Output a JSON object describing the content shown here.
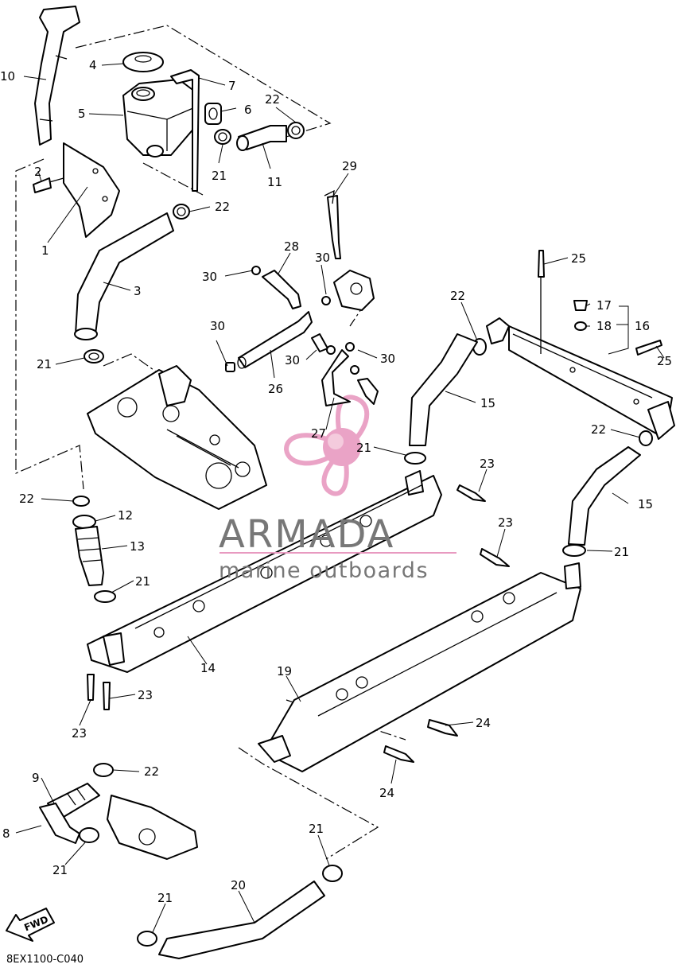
{
  "callouts": [
    {
      "id": "10",
      "label": "10"
    },
    {
      "id": "4",
      "label": "4"
    },
    {
      "id": "7",
      "label": "7"
    },
    {
      "id": "5",
      "label": "5"
    },
    {
      "id": "6",
      "label": "6"
    },
    {
      "id": "22a",
      "label": "22"
    },
    {
      "id": "2",
      "label": "2"
    },
    {
      "id": "21a",
      "label": "21"
    },
    {
      "id": "11",
      "label": "11"
    },
    {
      "id": "29",
      "label": "29"
    },
    {
      "id": "22b",
      "label": "22"
    },
    {
      "id": "1",
      "label": "1"
    },
    {
      "id": "28",
      "label": "28"
    },
    {
      "id": "30a",
      "label": "30"
    },
    {
      "id": "30b",
      "label": "30"
    },
    {
      "id": "25a",
      "label": "25"
    },
    {
      "id": "3",
      "label": "3"
    },
    {
      "id": "22c",
      "label": "22"
    },
    {
      "id": "17",
      "label": "17"
    },
    {
      "id": "18",
      "label": "18"
    },
    {
      "id": "16",
      "label": "16"
    },
    {
      "id": "30c",
      "label": "30"
    },
    {
      "id": "21b",
      "label": "21"
    },
    {
      "id": "30d",
      "label": "30"
    },
    {
      "id": "30e",
      "label": "30"
    },
    {
      "id": "25b",
      "label": "25"
    },
    {
      "id": "26",
      "label": "26"
    },
    {
      "id": "15a",
      "label": "15"
    },
    {
      "id": "27",
      "label": "27"
    },
    {
      "id": "22d",
      "label": "22"
    },
    {
      "id": "21c",
      "label": "21"
    },
    {
      "id": "23a",
      "label": "23"
    },
    {
      "id": "22e",
      "label": "22"
    },
    {
      "id": "15b",
      "label": "15"
    },
    {
      "id": "12",
      "label": "12"
    },
    {
      "id": "23b",
      "label": "23"
    },
    {
      "id": "13",
      "label": "13"
    },
    {
      "id": "21d",
      "label": "21"
    },
    {
      "id": "21e",
      "label": "21"
    },
    {
      "id": "14",
      "label": "14"
    },
    {
      "id": "19",
      "label": "19"
    },
    {
      "id": "23c",
      "label": "23"
    },
    {
      "id": "23d",
      "label": "23"
    },
    {
      "id": "24a",
      "label": "24"
    },
    {
      "id": "9",
      "label": "9"
    },
    {
      "id": "22f",
      "label": "22"
    },
    {
      "id": "24b",
      "label": "24"
    },
    {
      "id": "8",
      "label": "8"
    },
    {
      "id": "21f",
      "label": "21"
    },
    {
      "id": "21g",
      "label": "21"
    },
    {
      "id": "20",
      "label": "20"
    },
    {
      "id": "21h",
      "label": "21"
    }
  ],
  "watermark": {
    "brand": "ARMADA",
    "tagline": "marine outboards",
    "logo_colors": [
      "#e89ac0",
      "#f3c6da"
    ]
  },
  "fwd_label": "FWD",
  "diagram_code": "8EX1100-C040"
}
